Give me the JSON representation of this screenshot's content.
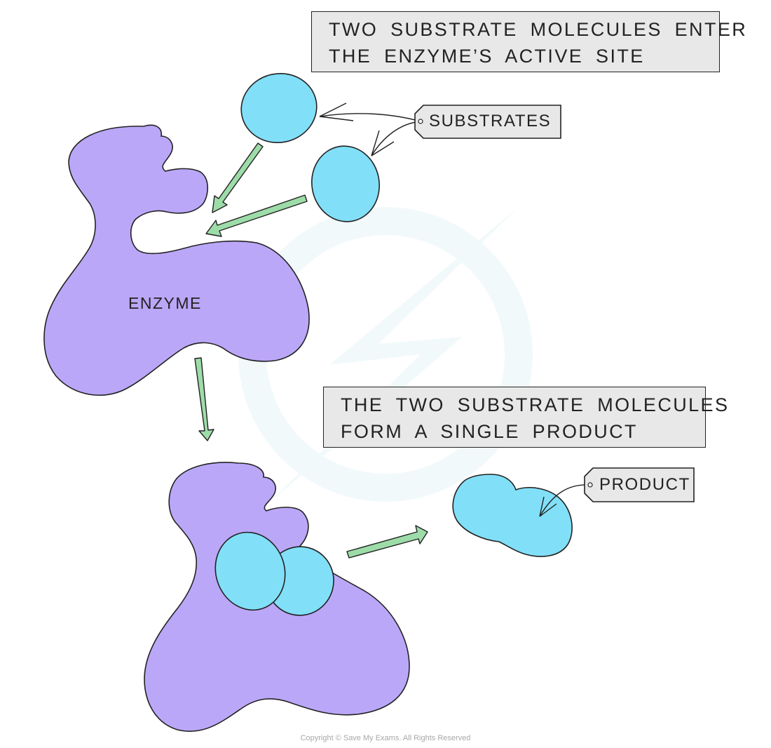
{
  "captions": {
    "top": [
      "TWO SUBSTRATE MOLECULES ENTER",
      "THE ENZYME’S ACTIVE SITE"
    ],
    "middle": [
      "THE TWO SUBSTRATE MOLECULES",
      "FORM A SINGLE PRODUCT"
    ]
  },
  "labels": {
    "substrates": "SUBSTRATES",
    "enzyme": "ENZYME",
    "product": "PRODUCT"
  },
  "copyright": "Copyright © Save My Exams. All Rights Reserved",
  "colors": {
    "enzyme": "#bba7f8",
    "substrate": "#82dff8",
    "arrow": "#9ddca8",
    "caption_fill": "#e8e8e8",
    "outline": "#222222"
  }
}
